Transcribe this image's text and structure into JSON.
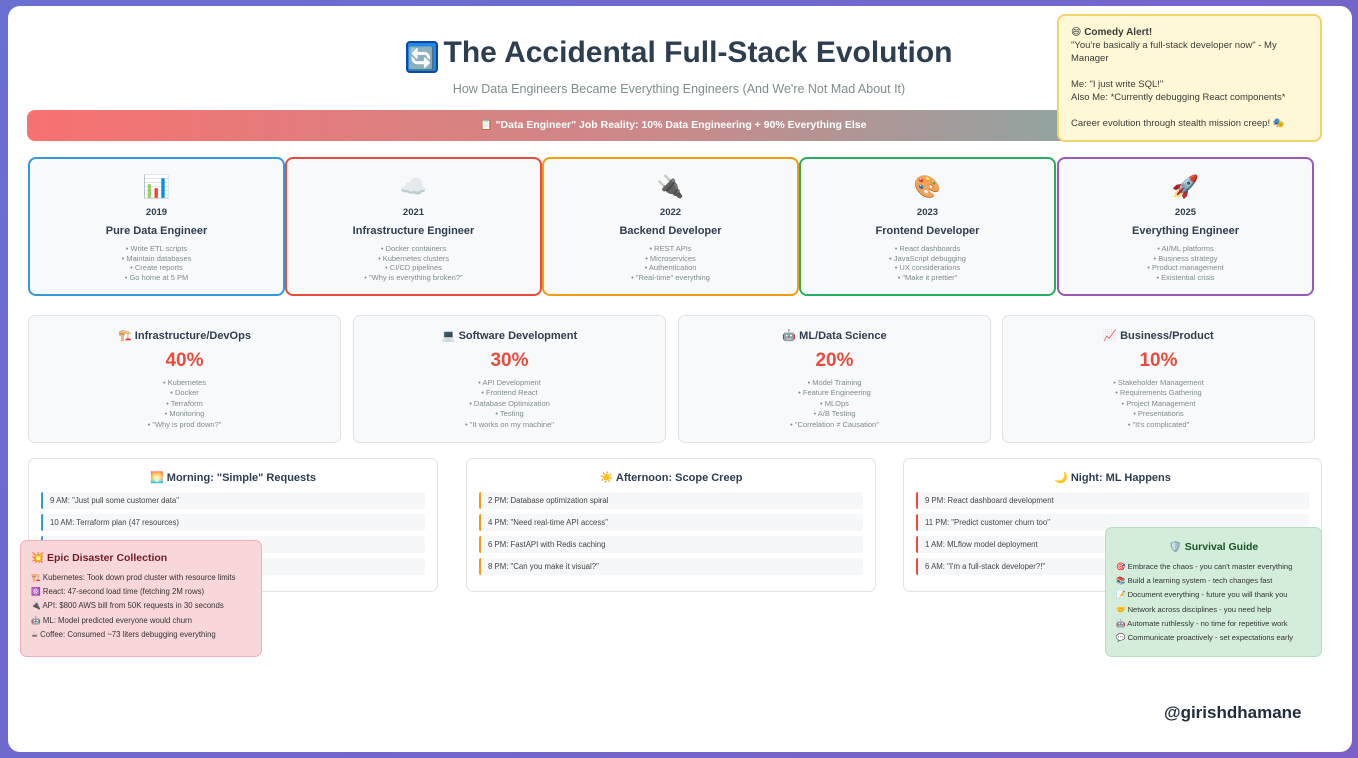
{
  "header": {
    "title_icon": "🔄",
    "title": "The Accidental Full-Stack Evolution",
    "subtitle": "How Data Engineers Became Everything Engineers (And We're Not Mad About It)"
  },
  "banner": "📋 \"Data Engineer\" Job Reality: 10% Data Engineering + 90% Everything Else",
  "comedy": {
    "heading": "😄 Comedy Alert!",
    "lines": [
      "\"You're basically a full-stack developer now\" - My Manager",
      "Me: \"I just write SQL!\"\nAlso Me: *Currently debugging React components*",
      "Career evolution through stealth mission creep! 🎭"
    ]
  },
  "evolution": [
    {
      "emoji": "📊",
      "year": "2019",
      "role": "Pure Data Engineer",
      "color": "#3498db",
      "items": [
        "• Write ETL scripts",
        "• Maintain databases",
        "• Create reports",
        "• Go home at 5 PM"
      ]
    },
    {
      "emoji": "☁️",
      "year": "2021",
      "role": "Infrastructure Engineer",
      "color": "#e74c3c",
      "items": [
        "• Docker containers",
        "• Kubernetes clusters",
        "• CI/CD pipelines",
        "• \"Why is everything broken?\""
      ]
    },
    {
      "emoji": "🔌",
      "year": "2022",
      "role": "Backend Developer",
      "color": "#f39c12",
      "items": [
        "• REST APIs",
        "• Microservices",
        "• Authentication",
        "• \"Real-time\" everything"
      ]
    },
    {
      "emoji": "🎨",
      "year": "2023",
      "role": "Frontend Developer",
      "color": "#27ae60",
      "items": [
        "• React dashboards",
        "• JavaScript debugging",
        "• UX considerations",
        "• \"Make it prettier\""
      ]
    },
    {
      "emoji": "🚀",
      "year": "2025",
      "role": "Everything Engineer",
      "color": "#9b59b6",
      "items": [
        "• AI/ML platforms",
        "• Business strategy",
        "• Product management",
        "• Existential crisis"
      ]
    }
  ],
  "skills": [
    {
      "name": "🏗️ Infrastructure/DevOps",
      "percent": "40%",
      "items": [
        "• Kubernetes",
        "• Docker",
        "• Terraform",
        "• Monitoring",
        "• \"Why is prod down?\""
      ]
    },
    {
      "name": "💻 Software Development",
      "percent": "30%",
      "items": [
        "• API Development",
        "• Frontend React",
        "• Database Optimization",
        "• Testing",
        "• \"It works on my machine\""
      ]
    },
    {
      "name": "🤖 ML/Data Science",
      "percent": "20%",
      "items": [
        "• Model Training",
        "• Feature Engineering",
        "• MLOps",
        "• A/B Testing",
        "• \"Correlation ≠ Causation\""
      ]
    },
    {
      "name": "📈 Business/Product",
      "percent": "10%",
      "items": [
        "• Stakeholder Management",
        "• Requirements Gathering",
        "• Project Management",
        "• Presentations",
        "• \"It's complicated\""
      ]
    }
  ],
  "timeline": [
    {
      "name": "🌅 Morning: \"Simple\" Requests",
      "color": "#3498db",
      "rows": [
        "9 AM: \"Just pull some customer data\"",
        "10 AM: Terraform plan (47 resources)",
        "",
        ""
      ]
    },
    {
      "name": "☀️ Afternoon: Scope Creep",
      "color": "#f39c12",
      "rows": [
        "2 PM: Database optimization spiral",
        "4 PM: \"Need real-time API access\"",
        "6 PM: FastAPI with Redis caching",
        "8 PM: \"Can you make it visual?\""
      ]
    },
    {
      "name": "🌙 Night: ML Happens",
      "color": "#e74c3c",
      "rows": [
        "9 PM: React dashboard development",
        "11 PM: \"Predict customer churn too\"",
        "1 AM: MLflow model deployment",
        "6 AM: \"I'm a full-stack developer?!\""
      ]
    }
  ],
  "disasters": {
    "heading": "💥 Epic Disaster Collection",
    "items": [
      "🏗️ Kubernetes: Took down prod cluster with resource limits",
      "⚛️ React: 47-second load time (fetching 2M rows)",
      "🔌 API: $800 AWS bill from 50K requests in 30 seconds",
      "🤖 ML: Model predicted everyone would churn",
      "☕ Coffee: Consumed ~73 liters debugging everything"
    ]
  },
  "survival": {
    "heading": "🛡️ Survival Guide",
    "items": [
      "🎯 Embrace the chaos - you can't master everything",
      "📚 Build a learning system - tech changes fast",
      "📝 Document everything - future you will thank you",
      "🤝 Network across disciplines - you need help",
      "🤖 Automate ruthlessly - no time for repetitive work",
      "💬 Communicate proactively - set expectations early"
    ]
  },
  "handle": "@girishdhamane"
}
